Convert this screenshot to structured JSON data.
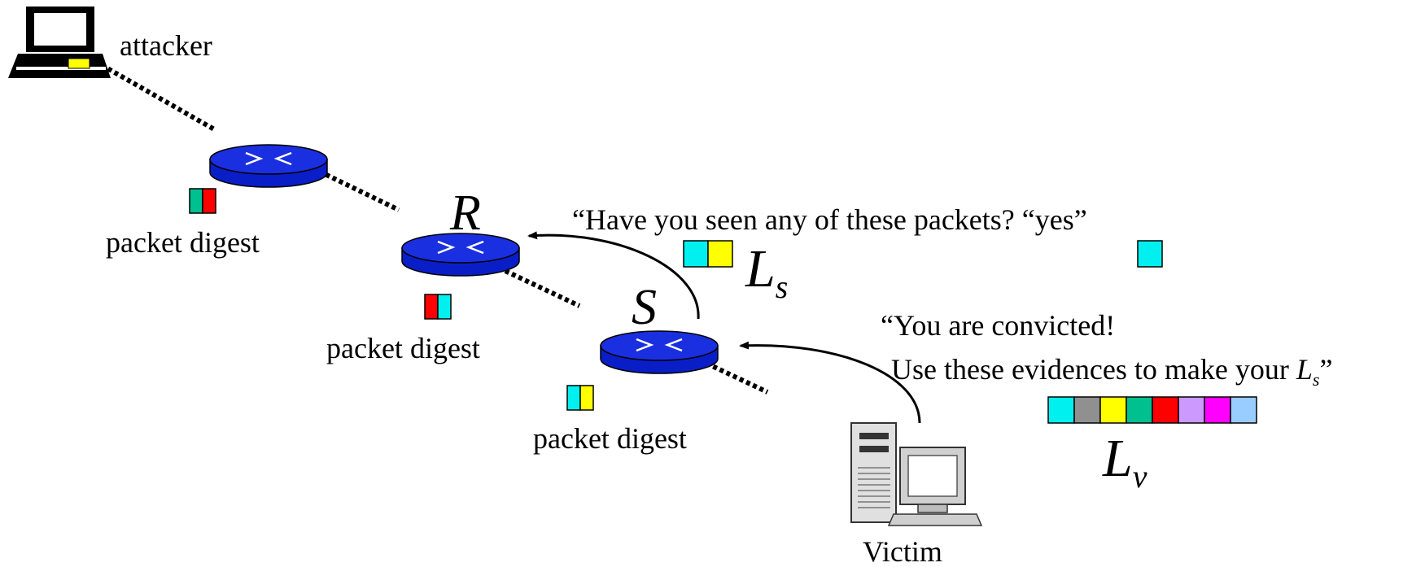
{
  "labels": {
    "attacker": "attacker",
    "victim": "Victim",
    "digest_1": "packet digest",
    "digest_r": "packet digest",
    "digest_s": "packet digest",
    "router_r": "R",
    "router_s": "S",
    "query": "“Have you seen any of these packets? “yes”",
    "convicted_line1": "“You are convicted!",
    "convicted_line2_prefix": "Use these evidences to make your ",
    "convicted_line2_suffix": "”",
    "ls_main": "L",
    "ls_sub": "s",
    "lv_main": "L",
    "lv_sub": "v"
  },
  "colors": {
    "router_blue": "#0a1ec8",
    "router_top": "#1a2fe0",
    "cyan": "#00f0f0",
    "yellow": "#ffff00",
    "green": "#00c090",
    "red": "#ff0000",
    "gray": "#909090",
    "lavender": "#cc99ff",
    "magenta": "#ff00ff",
    "light_blue": "#99ccff"
  },
  "digests": {
    "router_1": [
      "green",
      "red"
    ],
    "router_r": [
      "red",
      "cyan"
    ],
    "router_s": [
      "cyan",
      "yellow"
    ],
    "ls_list": [
      "cyan",
      "yellow"
    ],
    "yes_reply": [
      "cyan"
    ],
    "lv_list": [
      "cyan",
      "gray",
      "yellow",
      "green",
      "red",
      "lavender",
      "magenta",
      "light_blue"
    ]
  }
}
